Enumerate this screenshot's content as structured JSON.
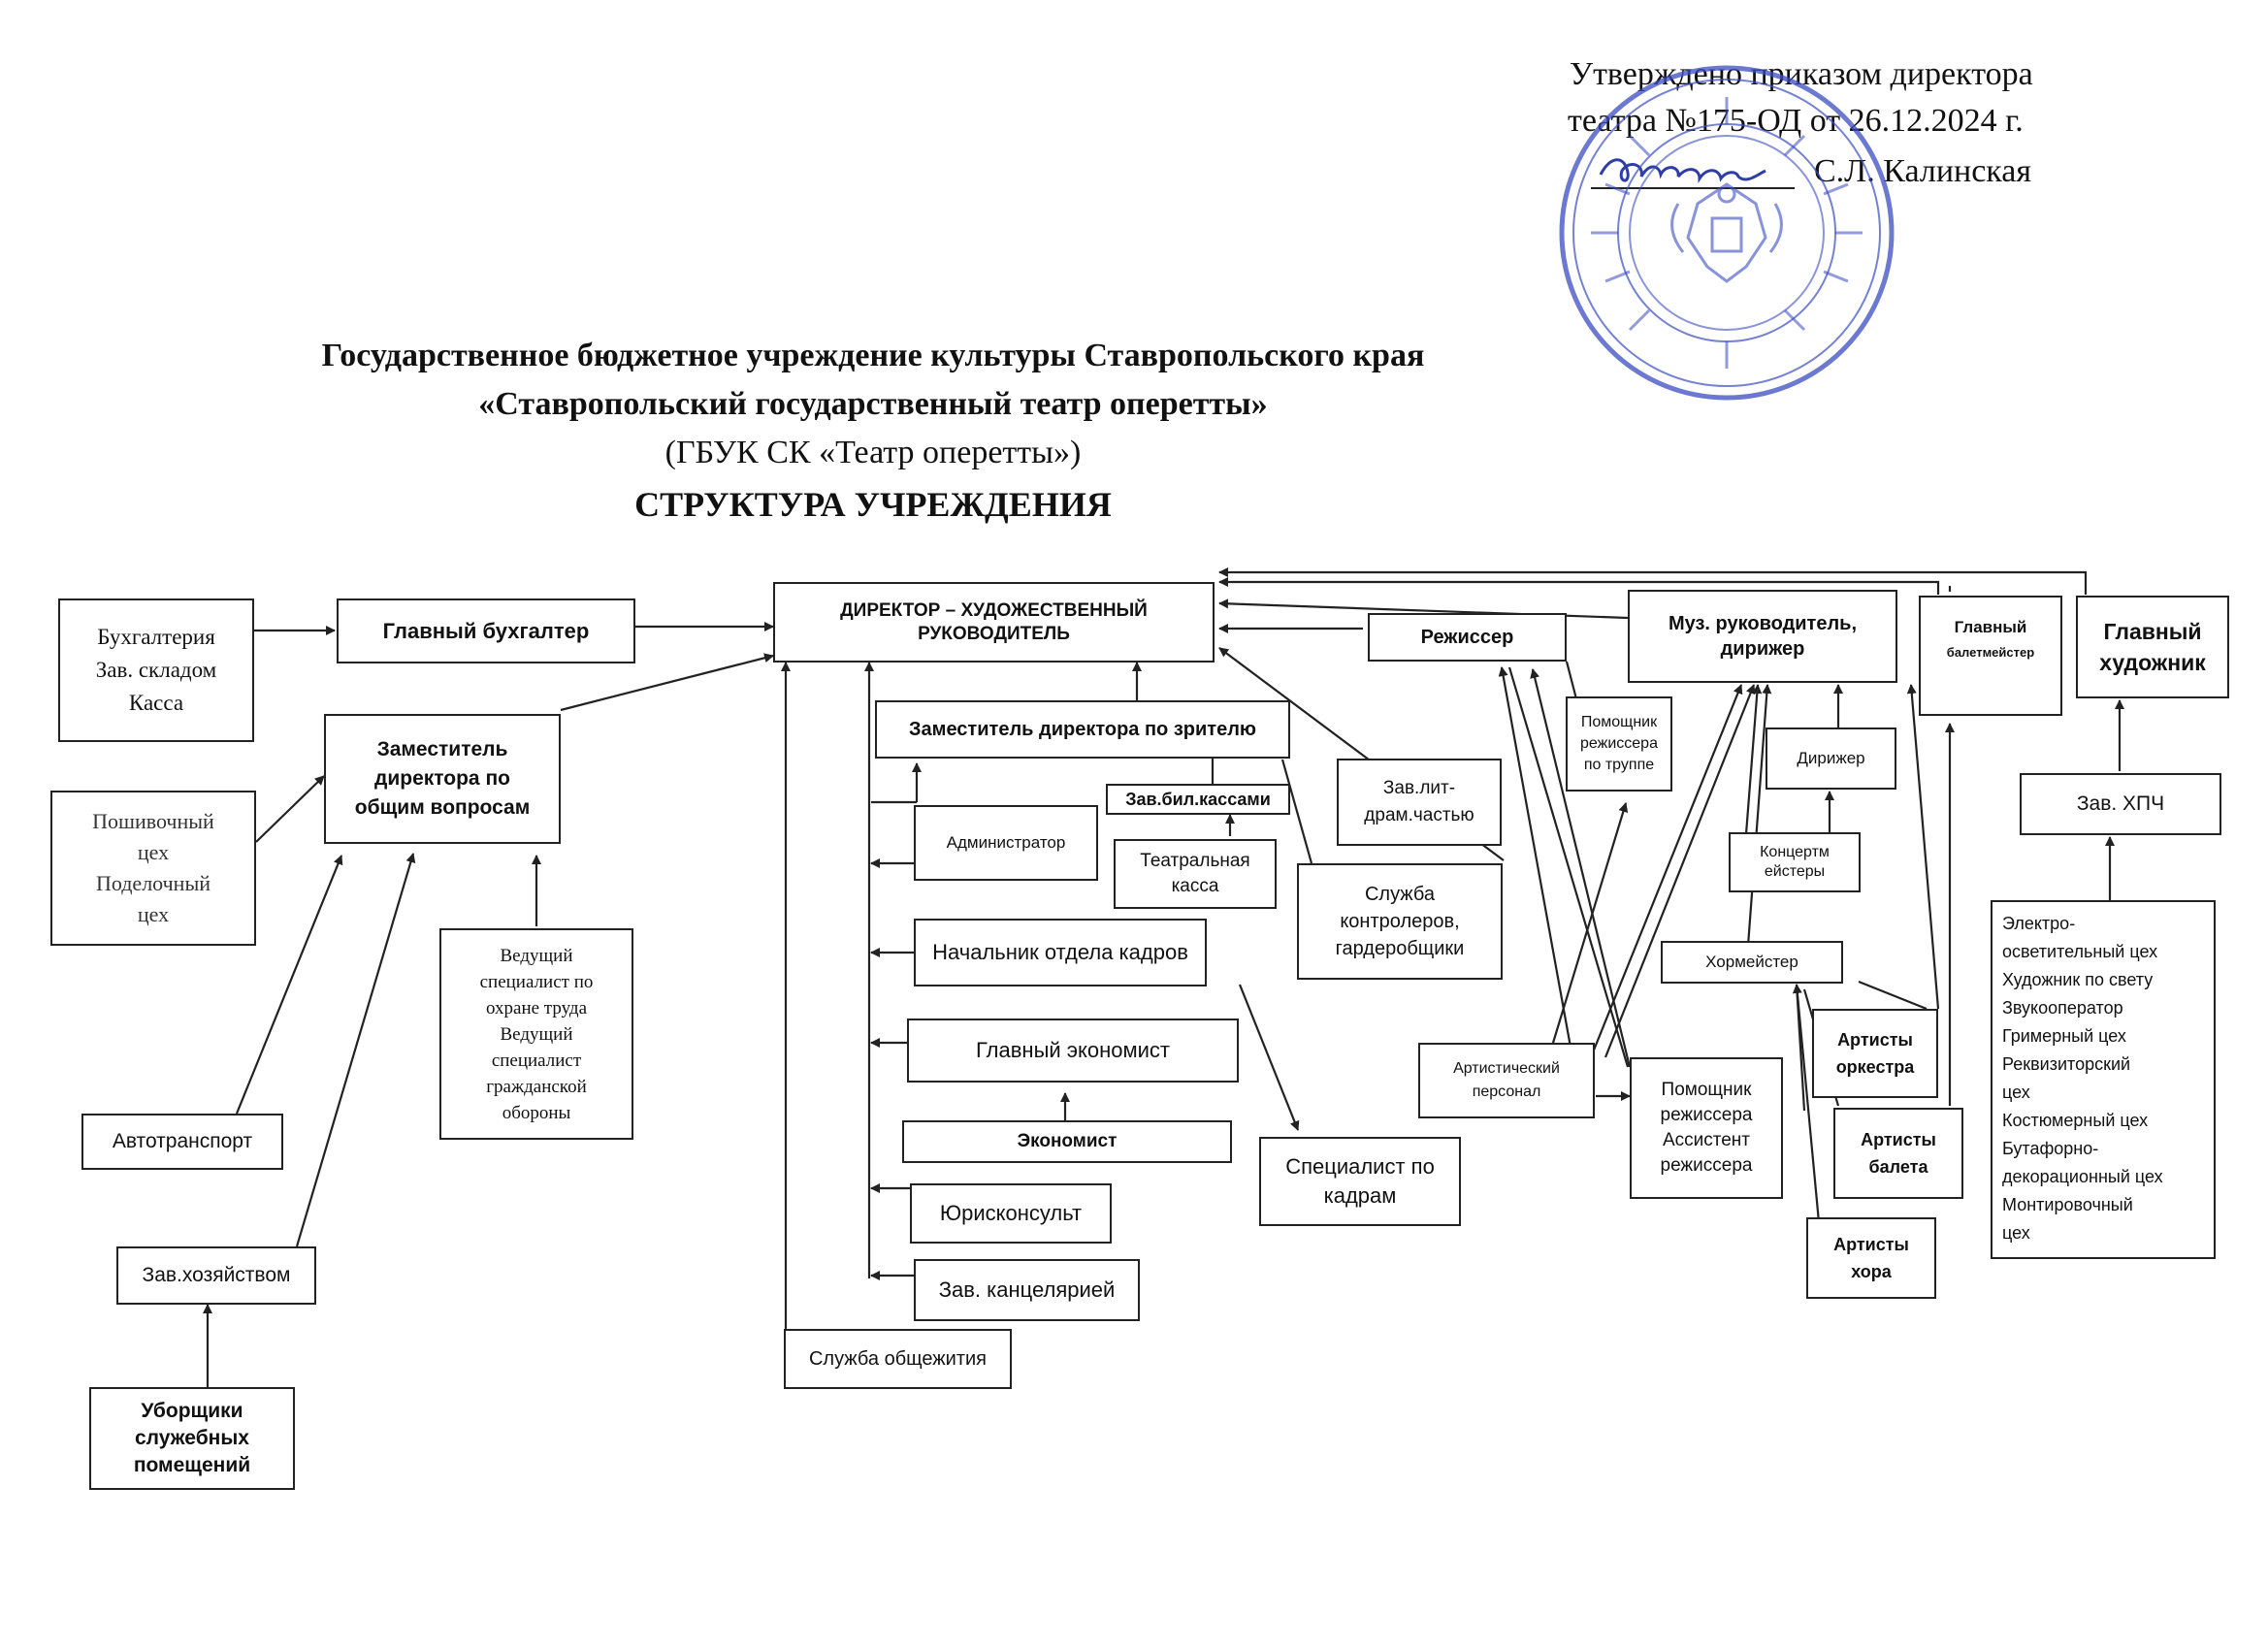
{
  "approval": {
    "line1": "Утверждено приказом директора",
    "line2": "театра №175-ОД от 26.12.2024 г.",
    "line3": "С.Л. Калинская"
  },
  "header": {
    "line1": "Государственное бюджетное учреждение культуры Ставропольского края",
    "line2": "«Ставропольский государственный театр оперетты»",
    "line3": "(ГБУК СК «Театр оперетты»)",
    "line4": "СТРУКТУРА УЧРЕЖДЕНИЯ"
  },
  "boxes": {
    "director": "ДИРЕКТОР – ХУДОЖЕСТВЕННЫЙ\nРУКОВОДИТЕЛЬ",
    "accounting": "Бухгалтерия\nЗав. складом\nКасса",
    "chief_accountant": "Главный бухгалтер",
    "deputy_general": "Заместитель\nдиректора по\nобщим вопросам",
    "sewing": "Пошивочный\nцех\nПоделочный\nцех",
    "labor_safety": "Ведущий\nспециалист по\nохране труда\nВедущий\nспециалист\nгражданской\nобороны",
    "transport": "Автотранспорт",
    "household": "Зав.хозяйством",
    "cleaners": "Уборщики\nслужебных\nпомещений",
    "deputy_audience": "Заместитель директора по зрителю",
    "administrator": "Администратор",
    "box_office_head": "Зав.бил.кассами",
    "box_office": "Театральная\nкасса",
    "lit_drama": "Зав.лит-\nдрам.частью",
    "controllers": "Служба\nконтролеров,\nгардеробщики",
    "hr_head": "Начальник отдела кадров",
    "hr_specialist": "Специалист по\nкадрам",
    "chief_economist": "Главный экономист",
    "economist": "Экономист",
    "lawyer": "Юрисконсульт",
    "office_head": "Зав. канцелярией",
    "dormitory": "Служба общежития",
    "director_stage": "Режиссер",
    "assistant_troupe": "Помощник\nрежиссера\nпо труппе",
    "music_director": "Муз. руководитель,\nдирижер",
    "conductor": "Дирижер",
    "concertmasters": "Концертм\nейстеры",
    "choirmaster": "Хормейстер",
    "artistic_staff": "Артистический\nперсонал",
    "assistant_director": "Помощник\nрежиссера\nАссистент\nрежиссера",
    "orchestra": "Артисты\nоркестра",
    "ballet_artists": "Артисты\nбалета",
    "choir_artists": "Артисты\nхора",
    "chief_balletmaster": "Главный",
    "chief_balletmaster_sub": "балетмейстер",
    "chief_artist": "Главный\nхудожник",
    "hpch_head": "Зав. ХПЧ",
    "workshops": "Электро-\nосветительный  цех\nХудожник по свету\nЗвукооператор\nГримерный цех\nРеквизиторский\nцех\nКостюмерный цех\nБутафорно-\nдекорационный цех\nМонтировочный\nцех"
  }
}
